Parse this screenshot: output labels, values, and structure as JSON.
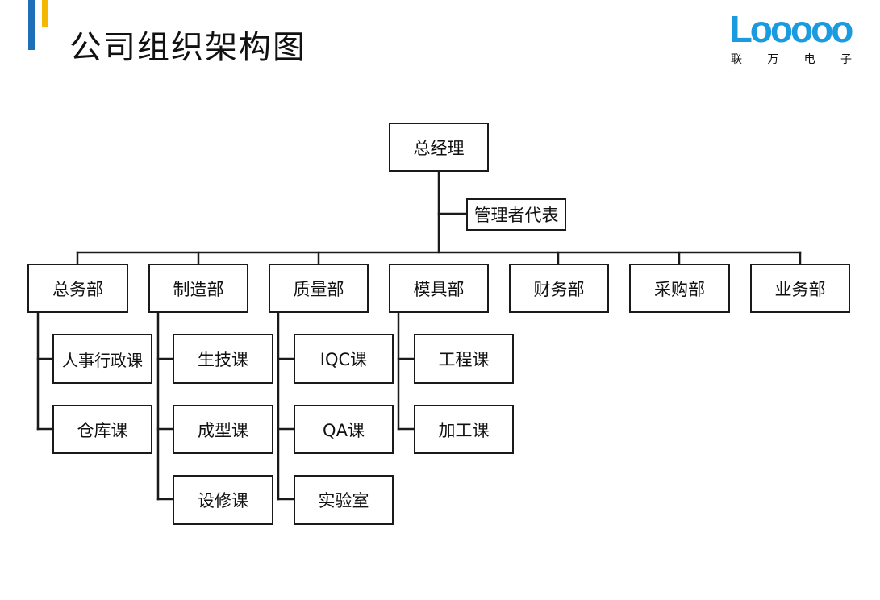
{
  "title": "公司组织架构图",
  "logo": {
    "word": "Looooo",
    "sub": [
      "联",
      "万",
      "电",
      "子"
    ]
  },
  "chart": {
    "root": "总经理",
    "staff": "管理者代表",
    "departments": [
      {
        "name": "总务部",
        "sections": [
          "人事行政课",
          "仓库课"
        ]
      },
      {
        "name": "制造部",
        "sections": [
          "生技课",
          "成型课",
          "设修课"
        ]
      },
      {
        "name": "质量部",
        "sections": [
          "IQC课",
          "QA课",
          "实验室"
        ]
      },
      {
        "name": "模具部",
        "sections": [
          "工程课",
          "加工课"
        ]
      },
      {
        "name": "财务部",
        "sections": []
      },
      {
        "name": "采购部",
        "sections": []
      },
      {
        "name": "业务部",
        "sections": []
      }
    ]
  },
  "colors": {
    "accent_blue": "#1f6fb8",
    "accent_yellow": "#f5b800",
    "logo_blue": "#1a9be0",
    "line": "#1a1a1a"
  }
}
